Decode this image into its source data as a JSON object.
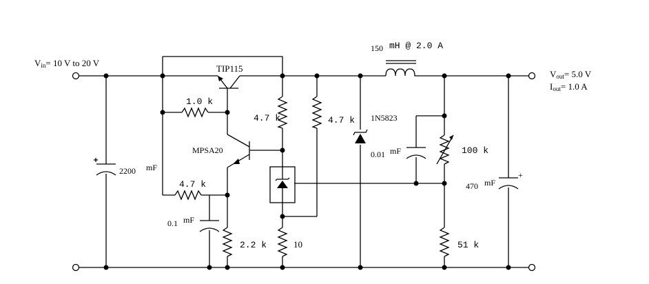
{
  "input": {
    "v_prefix": "V",
    "v_sub": "in",
    "v_rest": "= 10 V to 20 V"
  },
  "output": {
    "v_prefix": "V",
    "v_sub": "out",
    "v_rest": "= 5.0 V",
    "i_prefix": "I",
    "i_sub": "out",
    "i_rest": "= 1.0 A"
  },
  "components": {
    "q1": "TIP115",
    "q2": "MPSA20",
    "r_1k": "1.0  k",
    "r_47k_top": "4.7  k",
    "r_47k_mid": "4.7  k",
    "r_47k_bias": "4.7  k",
    "r_22k": "2.2  k",
    "r_10": "10",
    "r_51k": "51  k",
    "pot": "100  k",
    "c_input": "2200",
    "c_input_unit": "mF",
    "c_small_left": "0.1",
    "c_small_left_unit": "mF",
    "c_small_right": "0.01",
    "c_small_right_unit": "mF",
    "c_output": "470",
    "c_output_unit": "mF",
    "diode": "1N5823",
    "inductor_value": "150",
    "inductor_rating": "mH  @  2.0  A",
    "plus_sign": "+"
  }
}
